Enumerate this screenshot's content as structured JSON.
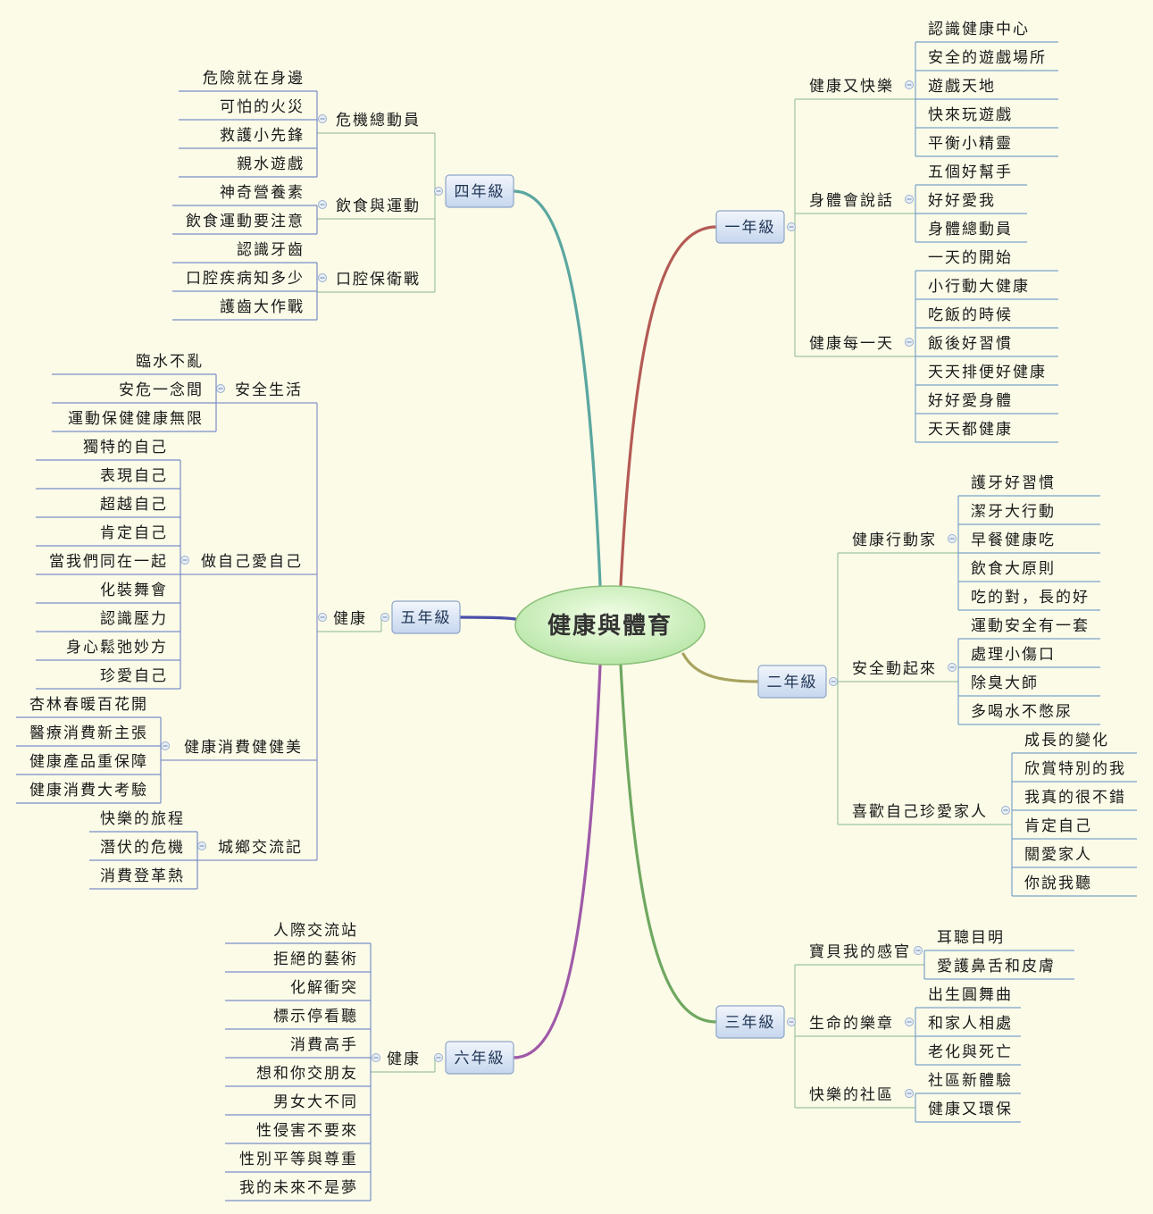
{
  "root": "健康與體育",
  "grades": [
    {
      "id": "g1",
      "label": "一年級",
      "color": "#b45a54",
      "topics": [
        {
          "label": "健康又快樂",
          "items": [
            "認識健康中心",
            "安全的遊戲場所",
            "遊戲天地",
            "快來玩遊戲",
            "平衡小精靈"
          ]
        },
        {
          "label": "身體會說話",
          "items": [
            "五個好幫手",
            "好好愛我",
            "身體總動員"
          ]
        },
        {
          "label": "健康每一天",
          "items": [
            "一天的開始",
            "小行動大健康",
            "吃飯的時候",
            "飯後好習慣",
            "天天排便好健康",
            "好好愛身體",
            "天天都健康"
          ]
        }
      ]
    },
    {
      "id": "g2",
      "label": "二年級",
      "color": "#a8a35e",
      "topics": [
        {
          "label": "健康行動家",
          "items": [
            "護牙好習慣",
            "潔牙大行動",
            "早餐健康吃",
            "飲食大原則",
            "吃的對，長的好"
          ]
        },
        {
          "label": "安全動起來",
          "items": [
            "運動安全有一套",
            "處理小傷口",
            "除臭大師",
            "多喝水不憋尿"
          ]
        },
        {
          "label": "喜歡自己珍愛家人",
          "items": [
            "成長的變化",
            "欣賞特別的我",
            "我真的很不錯",
            "肯定自己",
            "關愛家人",
            "你說我聽"
          ]
        }
      ]
    },
    {
      "id": "g3",
      "label": "三年級",
      "color": "#6fa860",
      "topics": [
        {
          "label": "寶貝我的感官",
          "items": [
            "耳聰目明",
            "愛護鼻舌和皮膚"
          ]
        },
        {
          "label": "生命的樂章",
          "items": [
            "出生圓舞曲",
            "和家人相處",
            "老化與死亡"
          ]
        },
        {
          "label": "快樂的社區",
          "items": [
            "社區新體驗",
            "健康又環保"
          ]
        }
      ]
    },
    {
      "id": "g4",
      "label": "四年級",
      "color": "#5ba7a0",
      "topics": [
        {
          "label": "危機總動員",
          "items": [
            "危險就在身邊",
            "可怕的火災",
            "救護小先鋒",
            "親水遊戲"
          ]
        },
        {
          "label": "飲食與運動",
          "items": [
            "神奇營養素",
            "飲食運動要注意"
          ]
        },
        {
          "label": "口腔保衛戰",
          "items": [
            "認識牙齒",
            "口腔疾病知多少",
            "護齒大作戰"
          ]
        }
      ]
    },
    {
      "id": "g5",
      "label": "五年級",
      "color": "#4a4fa8",
      "topics": [
        {
          "label": "健康",
          "subtopics": [
            {
              "label": "安全生活",
              "items": [
                "臨水不亂",
                "安危一念間",
                "運動保健健康無限"
              ]
            },
            {
              "label": "做自己愛自己",
              "items": [
                "獨特的自己",
                "表現自己",
                "超越自己",
                "肯定自己",
                "當我們同在一起",
                "化裝舞會",
                "認識壓力",
                "身心鬆弛妙方",
                "珍愛自己"
              ]
            },
            {
              "label": "健康消費健健美",
              "items": [
                "杏林春暖百花開",
                "醫療消費新主張",
                "健康產品重保障",
                "健康消費大考驗"
              ]
            },
            {
              "label": "城鄉交流記",
              "items": [
                "快樂的旅程",
                "潛伏的危機",
                "消費登革熱"
              ]
            }
          ]
        }
      ]
    },
    {
      "id": "g6",
      "label": "六年級",
      "color": "#a05aa8",
      "topics": [
        {
          "label": "健康",
          "items": [
            "人際交流站",
            "拒絕的藝術",
            "化解衝突",
            "標示停看聽",
            "消費高手",
            "想和你交朋友",
            "男女大不同",
            "性侵害不要來",
            "性別平等與尊重",
            "我的未來不是夢"
          ]
        }
      ]
    }
  ]
}
